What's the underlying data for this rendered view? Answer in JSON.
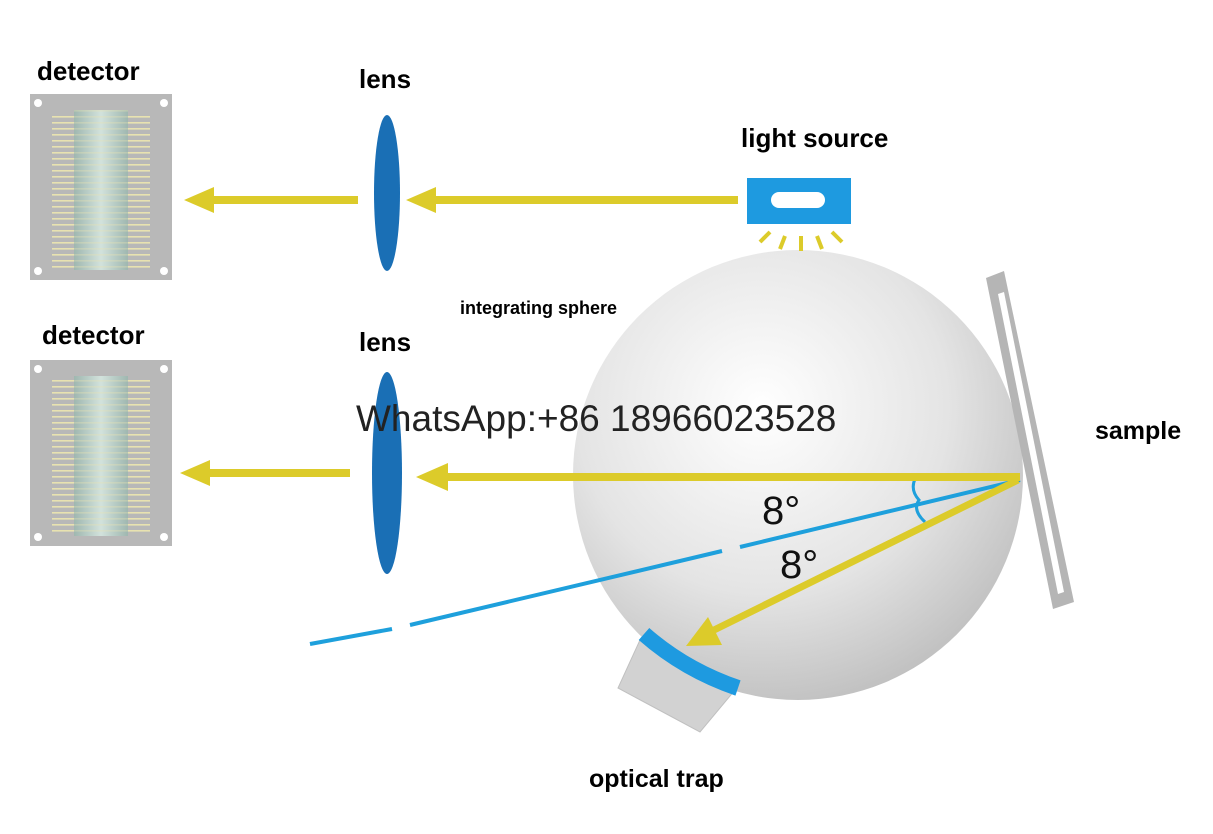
{
  "labels": {
    "detector_top": "detector",
    "detector_bottom": "detector",
    "lens_top": "lens",
    "lens_bottom": "lens",
    "light_source": "light source",
    "integrating_sphere": "integrating sphere",
    "sample": "sample",
    "optical_trap": "optical trap",
    "angle_upper": "8°",
    "angle_lower": "8°"
  },
  "watermark": "WhatsApp:+86 18966023528",
  "colors": {
    "beam_yellow": "#DCCB2A",
    "lens_blue": "#1A6FB5",
    "normal_line_blue": "#1EA0DC",
    "light_source_blue": "#1E9AE0",
    "sphere_gray": "#D6D6D6",
    "detector_gray": "#B8B8B8"
  },
  "icons": {
    "detector": "detector-chip-icon",
    "light_source": "light-source-icon",
    "optical_trap": "optical-trap-icon"
  }
}
